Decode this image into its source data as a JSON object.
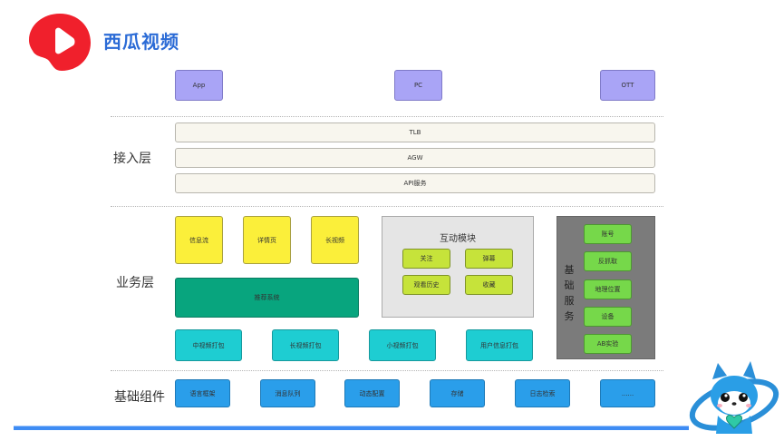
{
  "brand": {
    "name": "西瓜视频",
    "logo_icon": "xigua-video-logo-icon",
    "brand_color": "#2b6bd6",
    "logo_color": "#f0202c"
  },
  "clients": [
    {
      "label": "App"
    },
    {
      "label": "PC"
    },
    {
      "label": "OTT"
    }
  ],
  "access_layer": {
    "title": "接入层",
    "items": [
      {
        "label": "TLB"
      },
      {
        "label": "AGW"
      },
      {
        "label": "API服务"
      }
    ]
  },
  "business_layer": {
    "title": "业务层",
    "pages": [
      {
        "label": "信息流"
      },
      {
        "label": "详情页"
      },
      {
        "label": "长视频"
      }
    ],
    "recommendation": {
      "label": "推荐系统"
    },
    "interaction": {
      "title": "互动模块",
      "items": [
        {
          "label": "关注"
        },
        {
          "label": "弹幕"
        },
        {
          "label": "观看历史"
        },
        {
          "label": "收藏"
        }
      ]
    },
    "base_services": {
      "title": "基础服务",
      "title_chars": [
        "基",
        "础",
        "服",
        "务"
      ],
      "items": [
        {
          "label": "账号"
        },
        {
          "label": "反抓取"
        },
        {
          "label": "地理位置"
        },
        {
          "label": "设备"
        },
        {
          "label": "AB实验"
        }
      ]
    },
    "packaging": [
      {
        "label": "中视频打包"
      },
      {
        "label": "长视频打包"
      },
      {
        "label": "小视频打包"
      },
      {
        "label": "用户信息打包"
      }
    ]
  },
  "components_layer": {
    "title": "基础组件",
    "items": [
      {
        "label": "语言框架"
      },
      {
        "label": "消息队列"
      },
      {
        "label": "动态配置"
      },
      {
        "label": "存储"
      },
      {
        "label": "日志检索"
      },
      {
        "label": "......"
      }
    ]
  },
  "colors": {
    "client": "#a9a4f6",
    "access": "#f8f6ee",
    "page": "#fbef3a",
    "recommendation": "#08a57e",
    "interaction_item": "#c6e33a",
    "base_service_panel": "#7b7b7b",
    "base_service_item": "#76d84a",
    "packaging": "#1ecdd2",
    "component": "#2a9eea",
    "accent_bar": "#3e8cf4"
  },
  "mascot": {
    "icon": "husky-mascot-icon"
  }
}
